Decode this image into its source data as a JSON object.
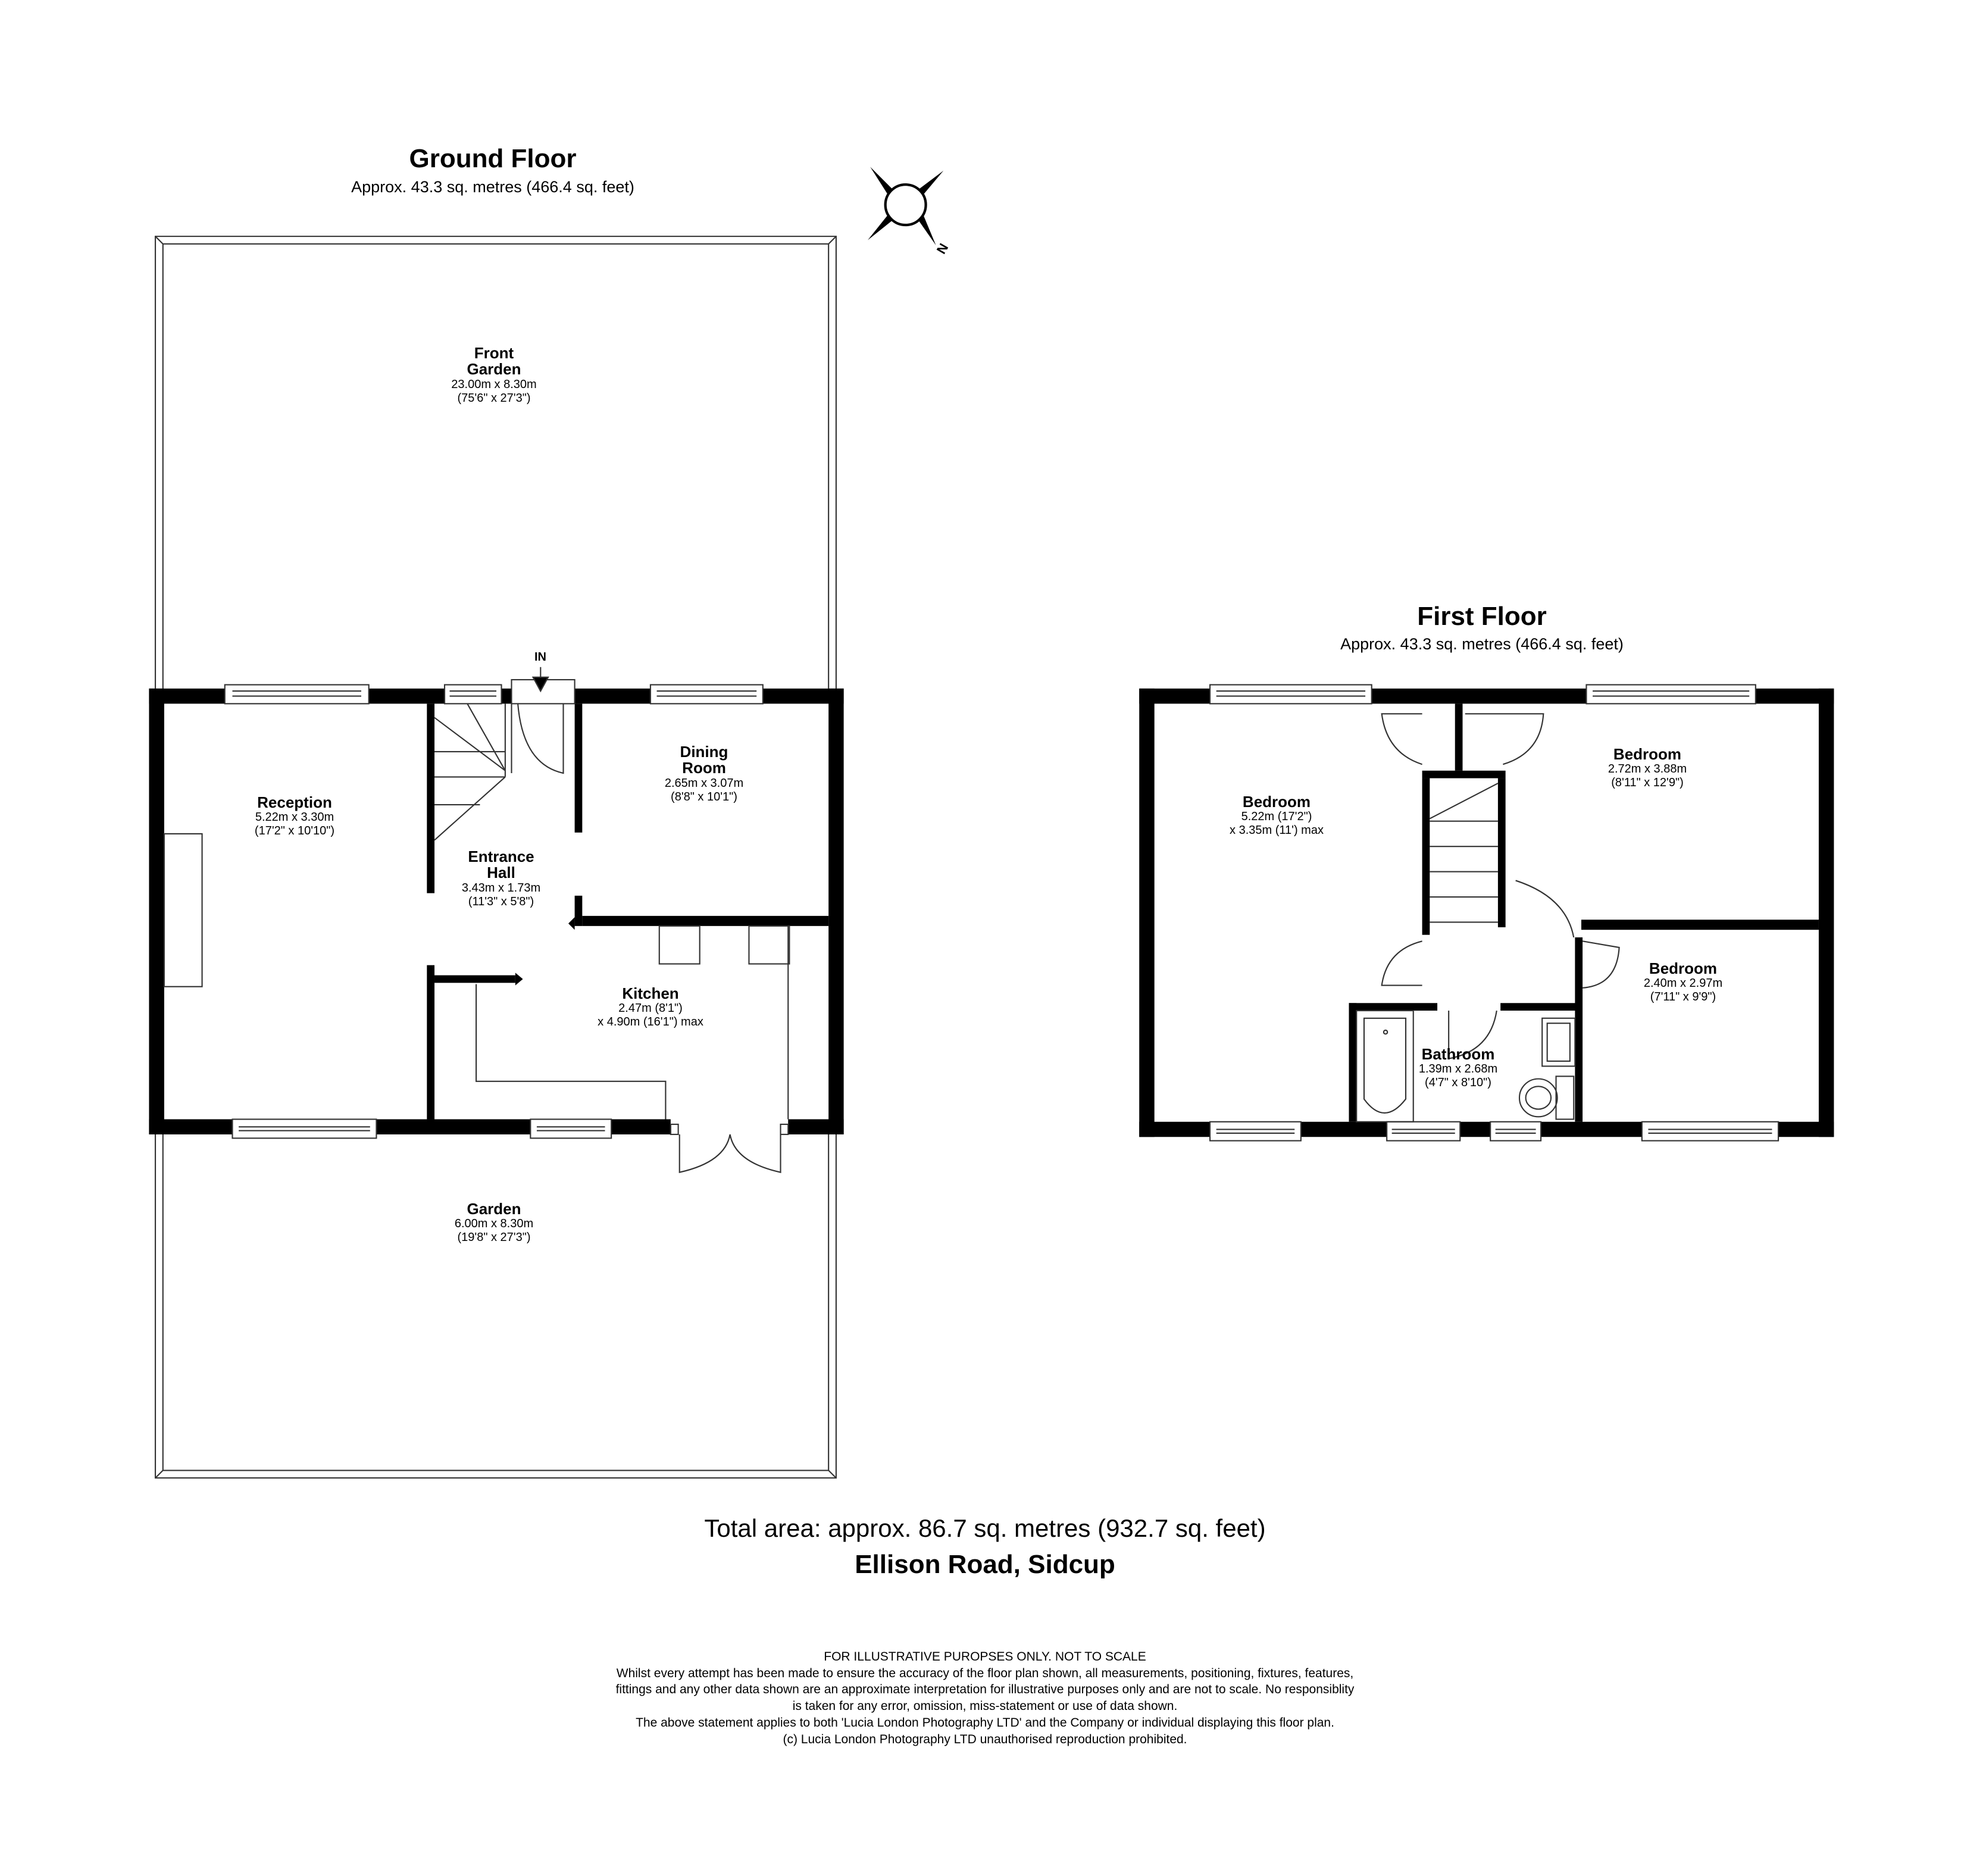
{
  "ground_floor": {
    "title": "Ground Floor",
    "area": "Approx. 43.3 sq. metres (466.4 sq. feet)",
    "entrance_label": "IN",
    "rooms": [
      {
        "name": "Front",
        "name2": "Garden",
        "dim1": "23.00m x 8.30m",
        "dim2": "(75'6\" x 27'3\")"
      },
      {
        "name": "Reception",
        "dim1": "5.22m x 3.30m",
        "dim2": "(17'2\" x 10'10\")"
      },
      {
        "name": "Entrance",
        "name2": "Hall",
        "dim1": "3.43m x 1.73m",
        "dim2": "(11'3\" x 5'8\")"
      },
      {
        "name": "Dining",
        "name2": "Room",
        "dim1": "2.65m x 3.07m",
        "dim2": "(8'8\" x 10'1\")"
      },
      {
        "name": "Kitchen",
        "dim1": "2.47m (8'1\")",
        "dim2": "x 4.90m (16'1\") max"
      },
      {
        "name": "Garden",
        "dim1": "6.00m x 8.30m",
        "dim2": "(19'8\" x 27'3\")"
      }
    ]
  },
  "first_floor": {
    "title": "First Floor",
    "area": "Approx. 43.3 sq. metres (466.4 sq. feet)",
    "rooms": [
      {
        "name": "Bedroom",
        "dim1": "5.22m (17'2\")",
        "dim2": "x 3.35m (11') max"
      },
      {
        "name": "Bedroom",
        "dim1": "2.72m x 3.88m",
        "dim2": "(8'11\" x 12'9\")"
      },
      {
        "name": "Bedroom",
        "dim1": "2.40m x 2.97m",
        "dim2": "(7'11\" x 9'9\")"
      },
      {
        "name": "Bathroom",
        "dim1": "1.39m x 2.68m",
        "dim2": "(4'7\" x 8'10\")"
      }
    ]
  },
  "compass": {
    "icon": "compass-rose-icon",
    "north_label": "N"
  },
  "footer": {
    "total_area": "Total area: approx. 86.7 sq. metres (932.7 sq. feet)",
    "address": "Ellison Road, Sidcup",
    "disclaimer": [
      "FOR ILLUSTRATIVE PUROPSES ONLY.  NOT TO SCALE",
      "Whilst every attempt has been made to ensure the accuracy of the floor plan shown, all measurements, positioning, fixtures, features,",
      "fittings and any other data shown are an approximate interpretation for illustrative purposes only and are not to scale.  No responsiblity",
      "is taken for any error, omission, miss-statement or use of data shown.",
      "The above statement applies to both 'Lucia London Photography LTD' and the Company or individual displaying this floor plan.",
      "(c) Lucia London Photography LTD unauthorised reproduction prohibited."
    ]
  },
  "colors": {
    "wall": "#000000",
    "line": "#333333",
    "background": "#ffffff"
  }
}
